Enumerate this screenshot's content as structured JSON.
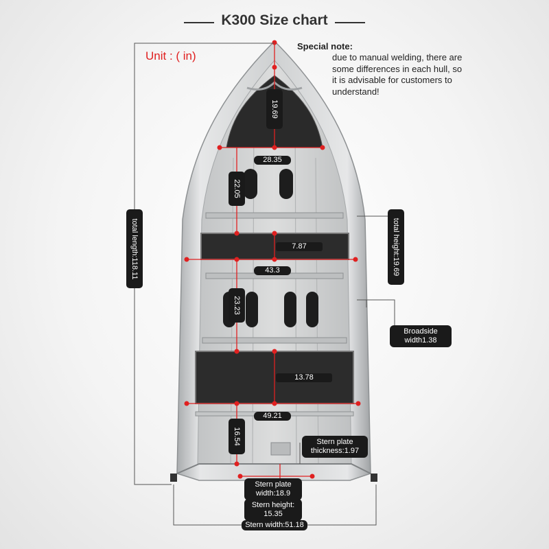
{
  "title": "K300 Size chart",
  "unit": "Unit : ( in)",
  "special_note": {
    "heading": "Special note:",
    "text": "due to manual welding, there are some differences in each hull, so it is advisable for customers to understand!"
  },
  "dimensions": {
    "total_length": "total length:118.11",
    "total_height": "total height:19.69",
    "bow_deck_length": "19.69",
    "bow_width": "28.35",
    "front_length": "22.05",
    "seat1_depth": "7.87",
    "mid_width": "43.3",
    "mid_length": "23.23",
    "seat2_depth": "13.78",
    "rear_width": "49.21",
    "rear_length": "16.54",
    "broadside_width": "Broadside width1.38",
    "stern_plate_thickness": "Stern plate thickness:1.97",
    "stern_plate_width": "Stern plate width:18.9",
    "stern_height": "Stern height: 15.35",
    "stern_width": "Stern width:51.18"
  },
  "colors": {
    "measure": "#e02020",
    "label_bg": "#1a1a1a",
    "hull": "#d8dadb",
    "deck": "#2a2a2a"
  }
}
